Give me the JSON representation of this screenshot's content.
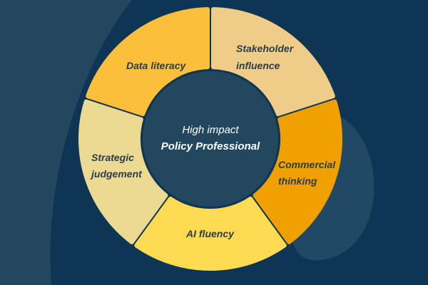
{
  "colors": {
    "background": "#22475f",
    "background_blob_dark": "#0f3554",
    "background_blob_light": "#234a67",
    "center_circle": "#22475f",
    "label_text": "#2a3d4d",
    "center_text": "#ffffff"
  },
  "center": {
    "line1": "High impact",
    "line2": "Policy Professional"
  },
  "segments": [
    {
      "label_lines": [
        "Data literacy"
      ],
      "color": "#fbbf3b"
    },
    {
      "label_lines": [
        "Stakeholder",
        "influence"
      ],
      "color": "#efcd88"
    },
    {
      "label_lines": [
        "Commercial",
        "thinking"
      ],
      "color": "#f0a000"
    },
    {
      "label_lines": [
        "AI fluency"
      ],
      "color": "#fcdb52"
    },
    {
      "label_lines": [
        "Strategic",
        "judgement"
      ],
      "color": "#ecda92"
    }
  ],
  "seg": {
    "s0": {
      "l1": "Data literacy"
    },
    "s1": {
      "l1": "Stakeholder",
      "l2": "influence"
    },
    "s2": {
      "l1": "Commercial",
      "l2": "thinking"
    },
    "s3": {
      "l1": "AI fluency"
    },
    "s4": {
      "l1": "Strategic",
      "l2": "judgement"
    }
  }
}
